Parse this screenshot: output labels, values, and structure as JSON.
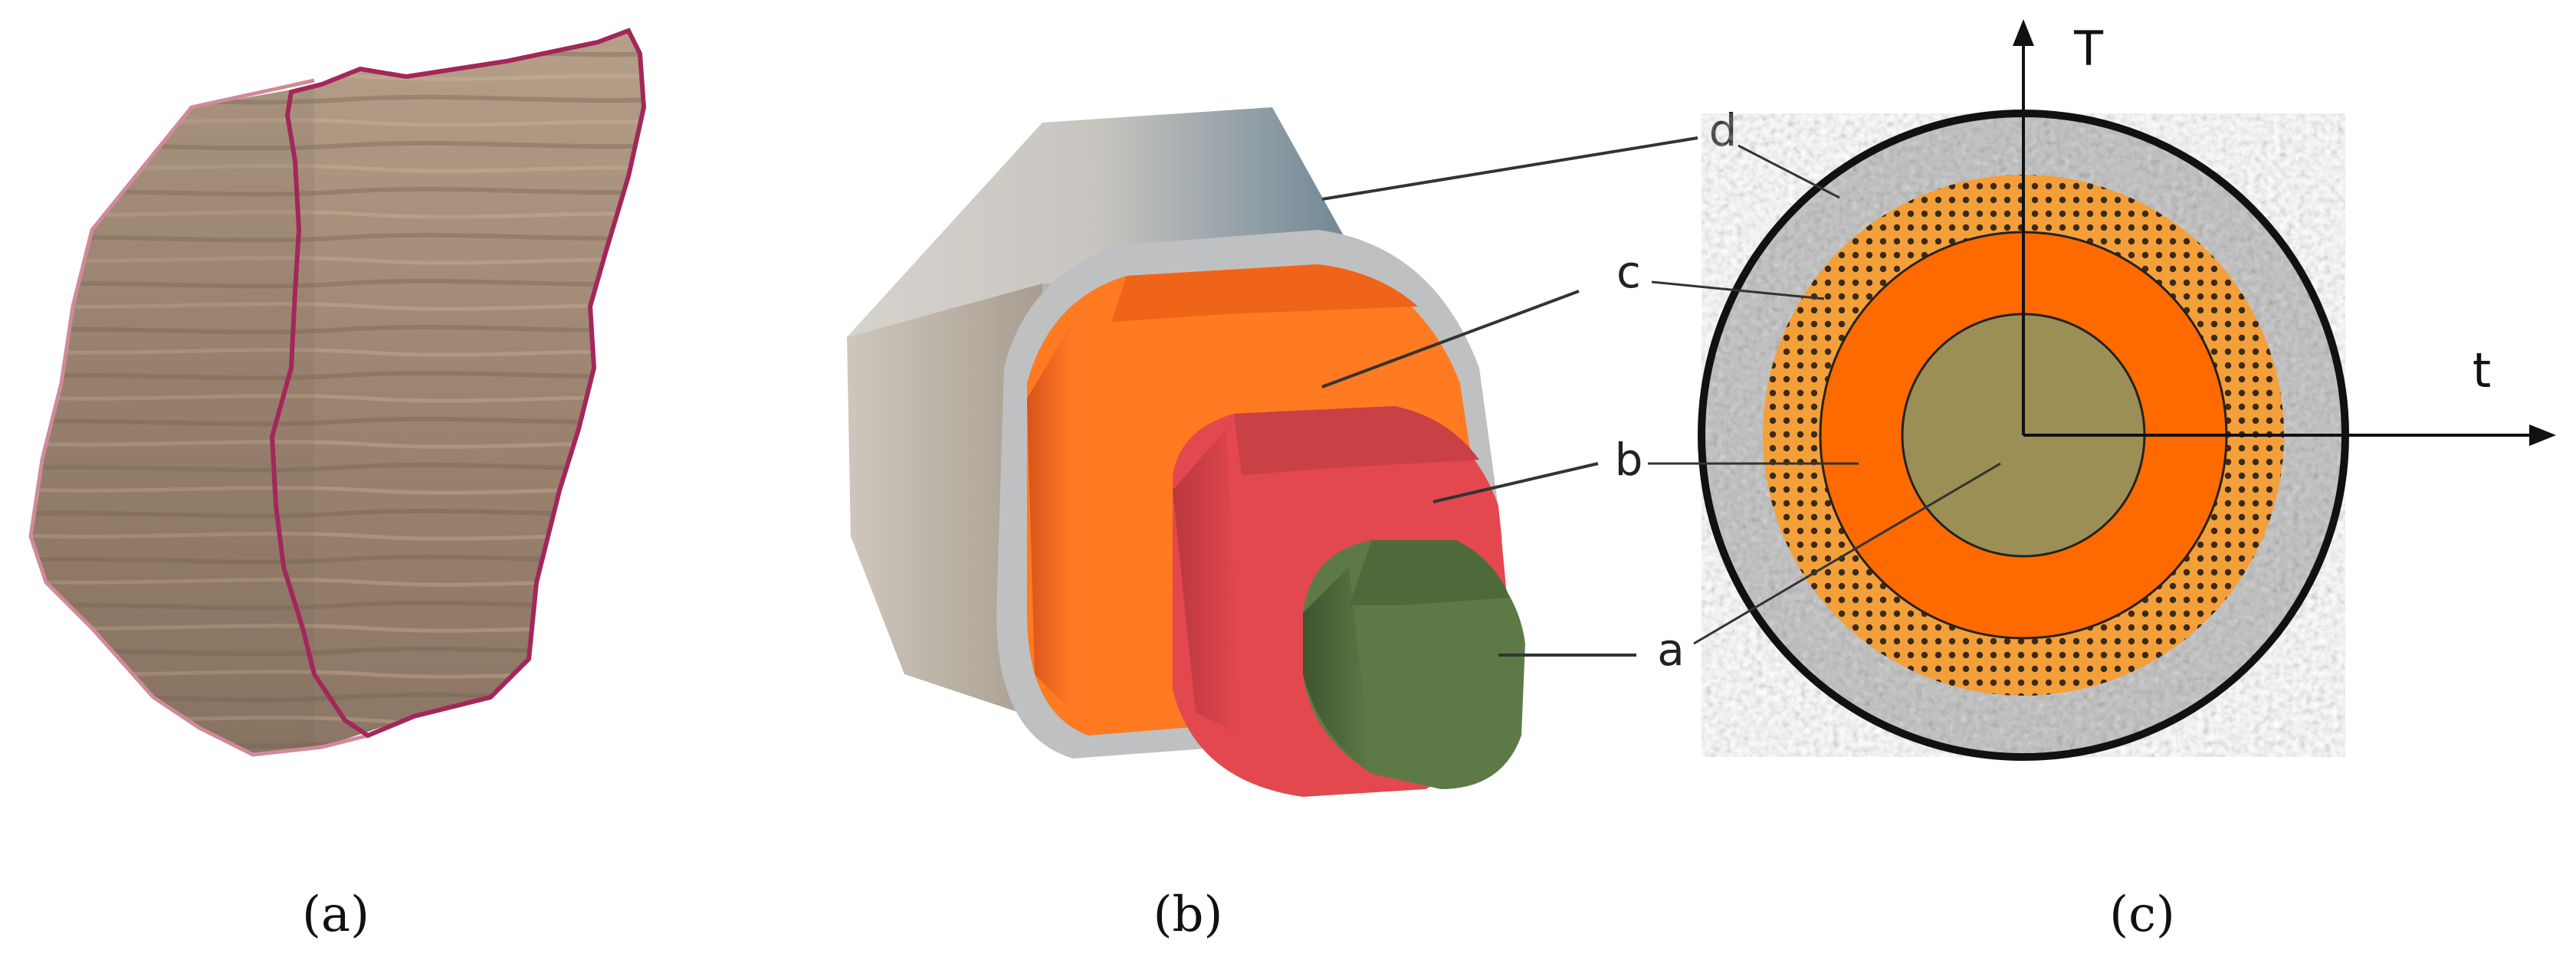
{
  "panels": {
    "a": {
      "caption": "(a)"
    },
    "b": {
      "caption": "(b)",
      "labels": {
        "a": "a",
        "b": "b",
        "c": "c",
        "d": "d"
      }
    },
    "c": {
      "caption": "(c)",
      "axis_T": "T",
      "axis_t": "t"
    }
  },
  "colors": {
    "outline_magenta": "#a3275a",
    "layer_d_gray": "#bfc0c1",
    "layer_c_orange": "#ff7a20",
    "layer_b_red": "#e2484e",
    "core_a_green": "#5d7a46",
    "ring_mottled_gray": "#b9b9b9",
    "ring_dotted_orange": "#f4a03a",
    "ring_solid_orange": "#ff6a00",
    "core_olive": "#9c8f55",
    "wood_brown": "#a08770"
  }
}
